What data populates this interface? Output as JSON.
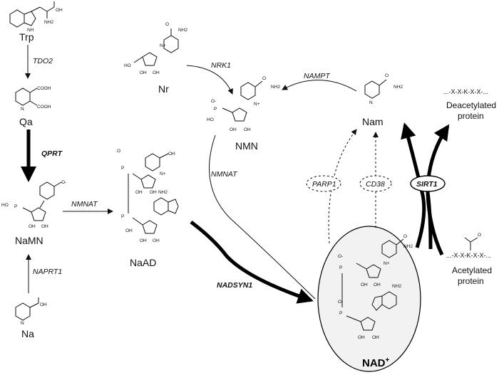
{
  "metabolites": {
    "trp": "Trp",
    "qa": "Qa",
    "namn": "NaMN",
    "na": "Na",
    "nr": "Nr",
    "nmn": "NMN",
    "naad": "NaAD",
    "nam": "Nam",
    "nad_main": "NAD",
    "nad_sup": "+"
  },
  "enzymes": {
    "tdo2": "TDO2",
    "qprt": "QPRT",
    "naprt1": "NAPRT1",
    "nmnat_left": "NMNAT",
    "nrk1": "NRK1",
    "nmnat_mid": "NMNAT",
    "nadsyn1": "NADSYN1",
    "nampt": "NAMPT",
    "parp1": "PARP1",
    "cd38": "CD38",
    "sirt1": "SIRT1"
  },
  "proteins": {
    "deacetylated_seq": "...-X-X-K-X-X-...",
    "deacetylated_l1": "Deacetylated",
    "deacetylated_l2": "protein",
    "acetylated_seq": "...-X-X-K-X-X-...",
    "acetylated_l1": "Acetylated",
    "acetylated_l2": "protein"
  },
  "atoms": {
    "nh2": "NH2",
    "oh": "OH",
    "cooh": "COOH",
    "o": "O",
    "o_minus": "O-",
    "n_plus": "N+",
    "n": "N",
    "nh": "NH",
    "ho": "HO",
    "p": "P"
  }
}
